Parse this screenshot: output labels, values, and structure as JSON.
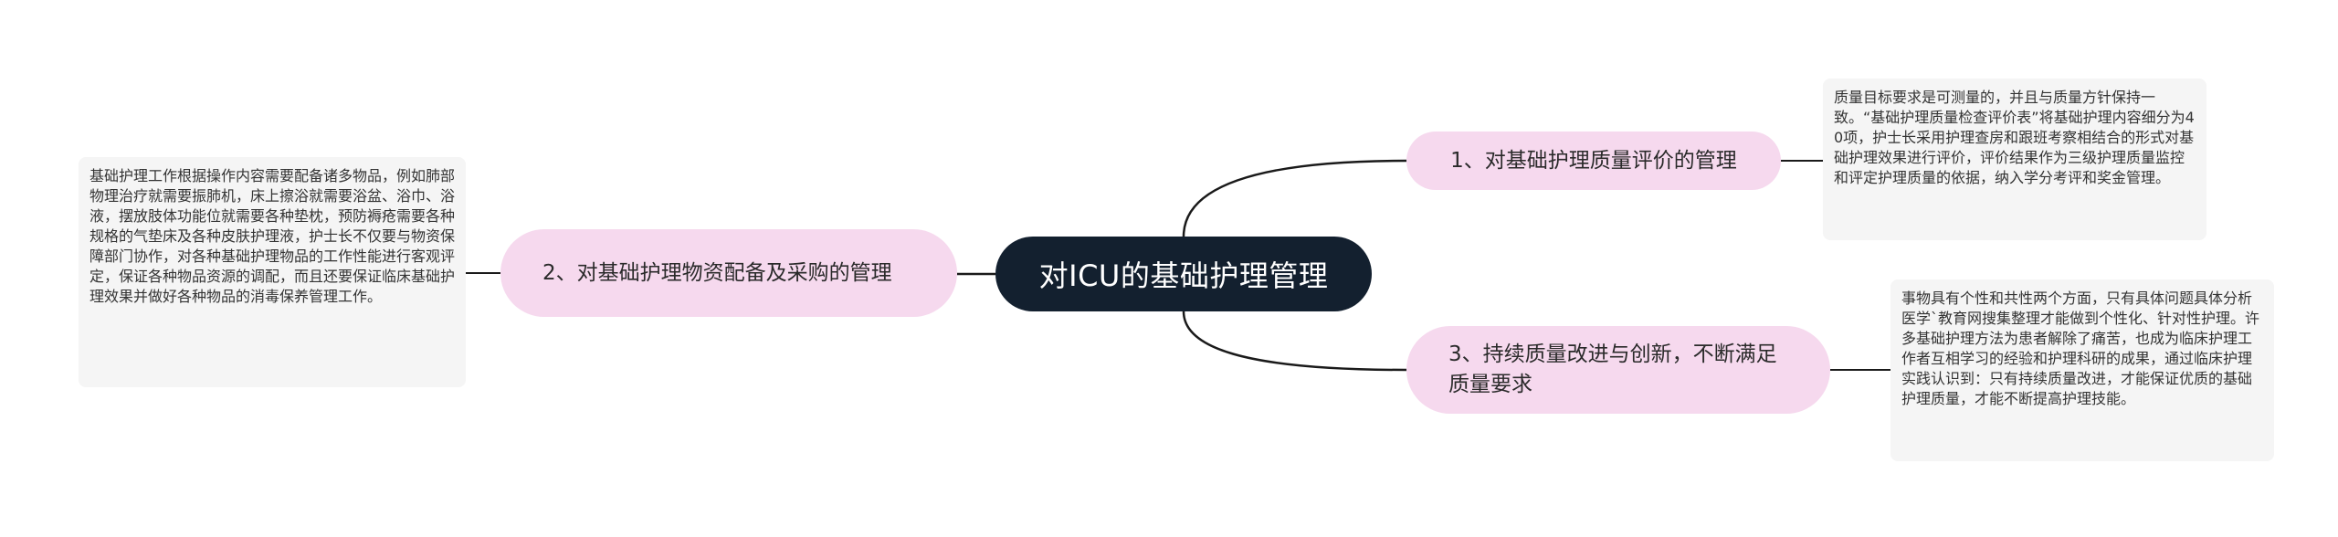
{
  "root": {
    "title": "对ICU的基础护理管理"
  },
  "branches": [
    {
      "label": "1、对基础护理质量评价的管理",
      "note": "质量目标要求是可测量的，并且与质量方针保持一致。“基础护理质量检查评价表”将基础护理内容细分为40项，护士长采用护理查房和跟班考察相结合的形式对基础护理效果进行评价，评价结果作为三级护理质量监控和评定护理质量的依据，纳入学分考评和奖金管理。"
    },
    {
      "label": "2、对基础护理物资配备及采购的管理",
      "note": "基础护理工作根据操作内容需要配备诸多物品，例如肺部物理治疗就需要振肺机，床上擦浴就需要浴盆、浴巾、浴液，摆放肢体功能位就需要各种垫枕，预防褥疮需要各种规格的气垫床及各种皮肤护理液，护士长不仅要与物资保障部门协作，对各种基础护理物品的工作性能进行客观评定，保证各种物品资源的调配，而且还要保证临床基础护理效果并做好各种物品的消毒保养管理工作。"
    },
    {
      "label": "3、持续质量改进与创新，不断满足质量要求",
      "note": "事物具有个性和共性两个方面，只有具体问题具体分析医学`教育网搜集整理才能做到个性化、针对性护理。许多基础护理方法为患者解除了痛苦，也成为临床护理工作者互相学习的经验和护理科研的成果，通过临床护理实践认识到：只有持续质量改进，才能保证优质的基础护理质量，才能不断提高护理技能。"
    }
  ],
  "colors": {
    "root_fill": "#13202f",
    "branch_fill": "#f6d9ee",
    "note_fill": "#f5f5f5",
    "connector": "#1a1a1a"
  }
}
